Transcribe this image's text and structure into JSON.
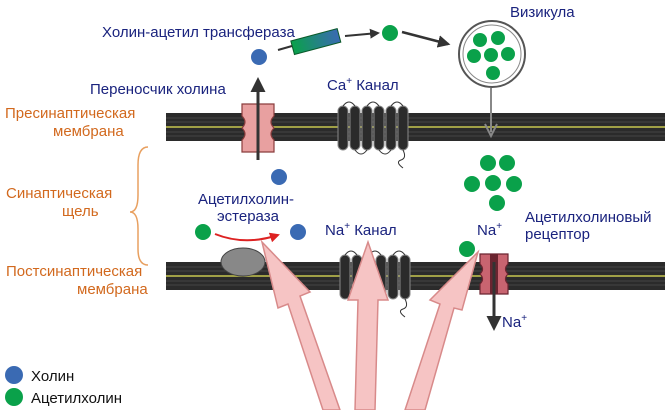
{
  "labels": {
    "transferase": "Холин-ацетил трансфераза",
    "vesicle": "Визикула",
    "choline_carrier": "Переносчик холина",
    "ca_channel_prefix": "Ca",
    "ca_channel_sup": "+",
    "ca_channel_suffix": " Канал",
    "presynaptic_line1": "Пресинаптическая",
    "presynaptic_line2": "мембрана",
    "synaptic_line1": "Синаптическая",
    "synaptic_line2": "щель",
    "esterase_line1": "Ацетилхолин-",
    "esterase_line2": "эстераза",
    "na_channel_prefix": "Na",
    "na_channel_sup": "+",
    "na_channel_suffix": " Канал",
    "na_top_prefix": "Na",
    "na_top_sup": "+",
    "receptor_line1": "Ацетилхолиновый",
    "receptor_line2": "рецептор",
    "postsynaptic_line1": "Постсинаптическая",
    "postsynaptic_line2": "мембрана",
    "na_bottom_prefix": "Na",
    "na_bottom_sup": "+"
  },
  "legend": {
    "choline": "Холин",
    "acetylcholine": "Ацетилхолин"
  },
  "colors": {
    "choline": "#3a6ab3",
    "acetylcholine": "#0aa14a",
    "membrane": "#2b2b2b",
    "membrane_stripe": "#c8c850",
    "label_blue": "#1a237e",
    "label_orange": "#d2691e",
    "carrier": "#e8a0a0",
    "receptor": "#b04a55",
    "big_arrow": "#f6c4c4"
  }
}
